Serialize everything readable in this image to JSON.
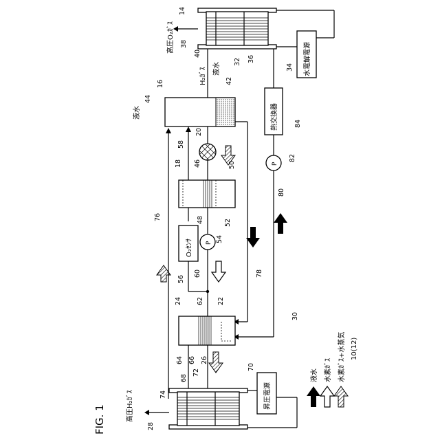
{
  "figure": {
    "title": "FIG. 1",
    "system_ref": "10(12)"
  },
  "labels": {
    "hp_o2_gas": "高圧O₂ｶﾞｽ",
    "hp_h2_gas": "高圧H₂ｶﾞｽ",
    "h2_gas_top": "H₂ｶﾞｽ",
    "liquid_water_top": "液水",
    "liquid_water_left": "液水",
    "o2_sensor": "O₂ｾﾝｻ",
    "heat_exchanger": "熱交換器",
    "electrolysis_power": "水電解電源",
    "boost_power": "昇圧電源",
    "pump_p": "P"
  },
  "legend": [
    {
      "name": "liquid-water",
      "label": "液水"
    },
    {
      "name": "hydrogen-gas",
      "label": "水素ｶﾞｽ"
    },
    {
      "name": "hydrogen-gas-vapor",
      "label": "水素ｶﾞｽ+水蒸気"
    }
  ],
  "refs": {
    "r14": "14",
    "r38": "38",
    "r40": "40",
    "r32": "32",
    "r36": "36",
    "r34": "34",
    "r16": "16",
    "r44": "44",
    "r42": "42",
    "r84": "84",
    "r20": "20",
    "r58": "58",
    "r46": "46",
    "r50": "50",
    "r18": "18",
    "r82": "82",
    "r48": "48",
    "r52": "52",
    "r80": "80",
    "r76": "76",
    "r54": "54",
    "r60": "60",
    "r56": "56",
    "r78": "78",
    "r24": "24",
    "r62": "62",
    "r22": "22",
    "r30": "30",
    "r64": "64",
    "r66": "66",
    "r26": "26",
    "r68": "68",
    "r72": "72",
    "r70": "70",
    "r74": "74",
    "r28": "28"
  }
}
